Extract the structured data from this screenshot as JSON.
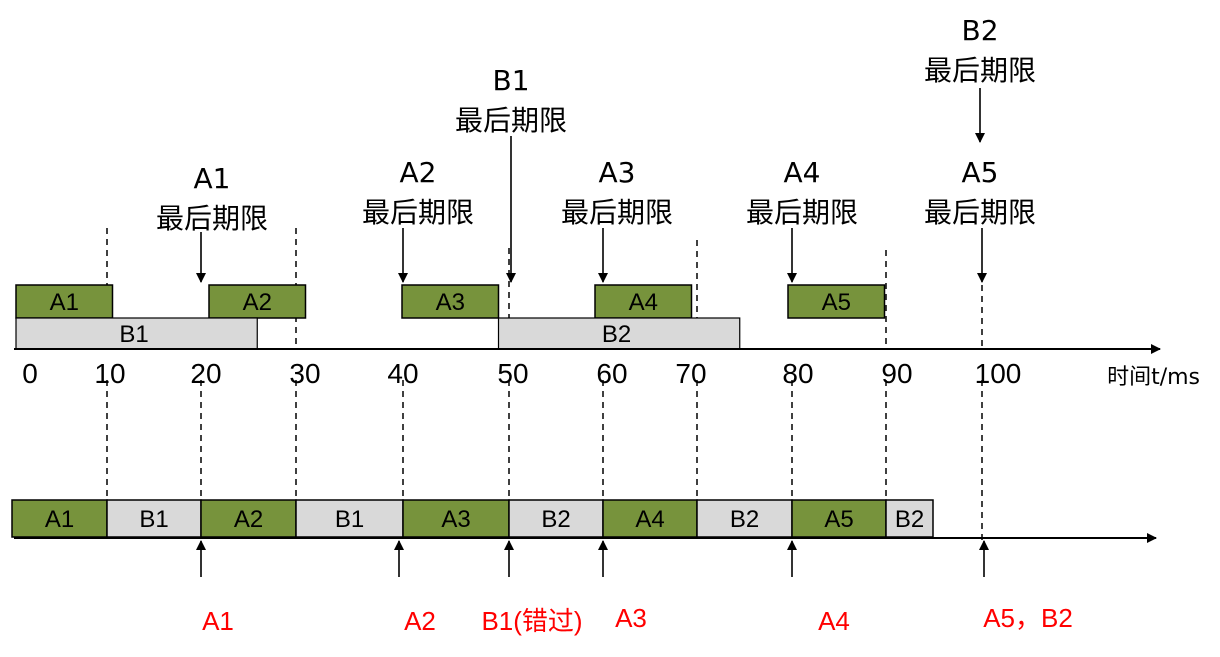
{
  "colors": {
    "a_fill": "#77933c",
    "b_fill": "#d9d9d9",
    "outline": "#000000",
    "miss_label": "#ff0000"
  },
  "timeline": {
    "ticks": [
      "0",
      "10",
      "20",
      "30",
      "40",
      "50",
      "60",
      "70",
      "80",
      "90",
      "100"
    ],
    "axis_label": "时间t/ms"
  },
  "deadline_labels": [
    {
      "task": "A1",
      "text": "最后期限",
      "t": 20
    },
    {
      "task": "A2",
      "text": "最后期限",
      "t": 40
    },
    {
      "task": "B1",
      "text": "最后期限",
      "t": 50
    },
    {
      "task": "A3",
      "text": "最后期限",
      "t": 60
    },
    {
      "task": "A4",
      "text": "最后期限",
      "t": 80
    },
    {
      "task": "A5",
      "text": "最后期限",
      "t": 100
    },
    {
      "task": "B2",
      "text": "最后期限",
      "t": 100
    }
  ],
  "arrivals": {
    "a_blocks": [
      {
        "label": "A1",
        "start": 0,
        "end": 10
      },
      {
        "label": "A2",
        "start": 20,
        "end": 30
      },
      {
        "label": "A3",
        "start": 40,
        "end": 50
      },
      {
        "label": "A4",
        "start": 60,
        "end": 70
      },
      {
        "label": "A5",
        "start": 80,
        "end": 90
      }
    ],
    "b_blocks": [
      {
        "label": "B1",
        "start": 0,
        "end": 25
      },
      {
        "label": "B2",
        "start": 50,
        "end": 75
      }
    ]
  },
  "schedule": {
    "blocks": [
      {
        "label": "A1",
        "type": "A"
      },
      {
        "label": "B1",
        "type": "B"
      },
      {
        "label": "A2",
        "type": "A"
      },
      {
        "label": "B1",
        "type": "B"
      },
      {
        "label": "A3",
        "type": "A"
      },
      {
        "label": "B2",
        "type": "B"
      },
      {
        "label": "A4",
        "type": "A"
      },
      {
        "label": "B2",
        "type": "B"
      },
      {
        "label": "A5",
        "type": "A"
      },
      {
        "label": "B2",
        "type": "B"
      }
    ]
  },
  "deadline_checks": [
    {
      "text": "A1",
      "t": 20
    },
    {
      "text": "A2",
      "t": 40
    },
    {
      "text": "B1(错过)",
      "t": 50
    },
    {
      "text": "A3",
      "t": 60
    },
    {
      "text": "A4",
      "t": 80
    },
    {
      "text": "A5，B2",
      "t": 100
    }
  ]
}
